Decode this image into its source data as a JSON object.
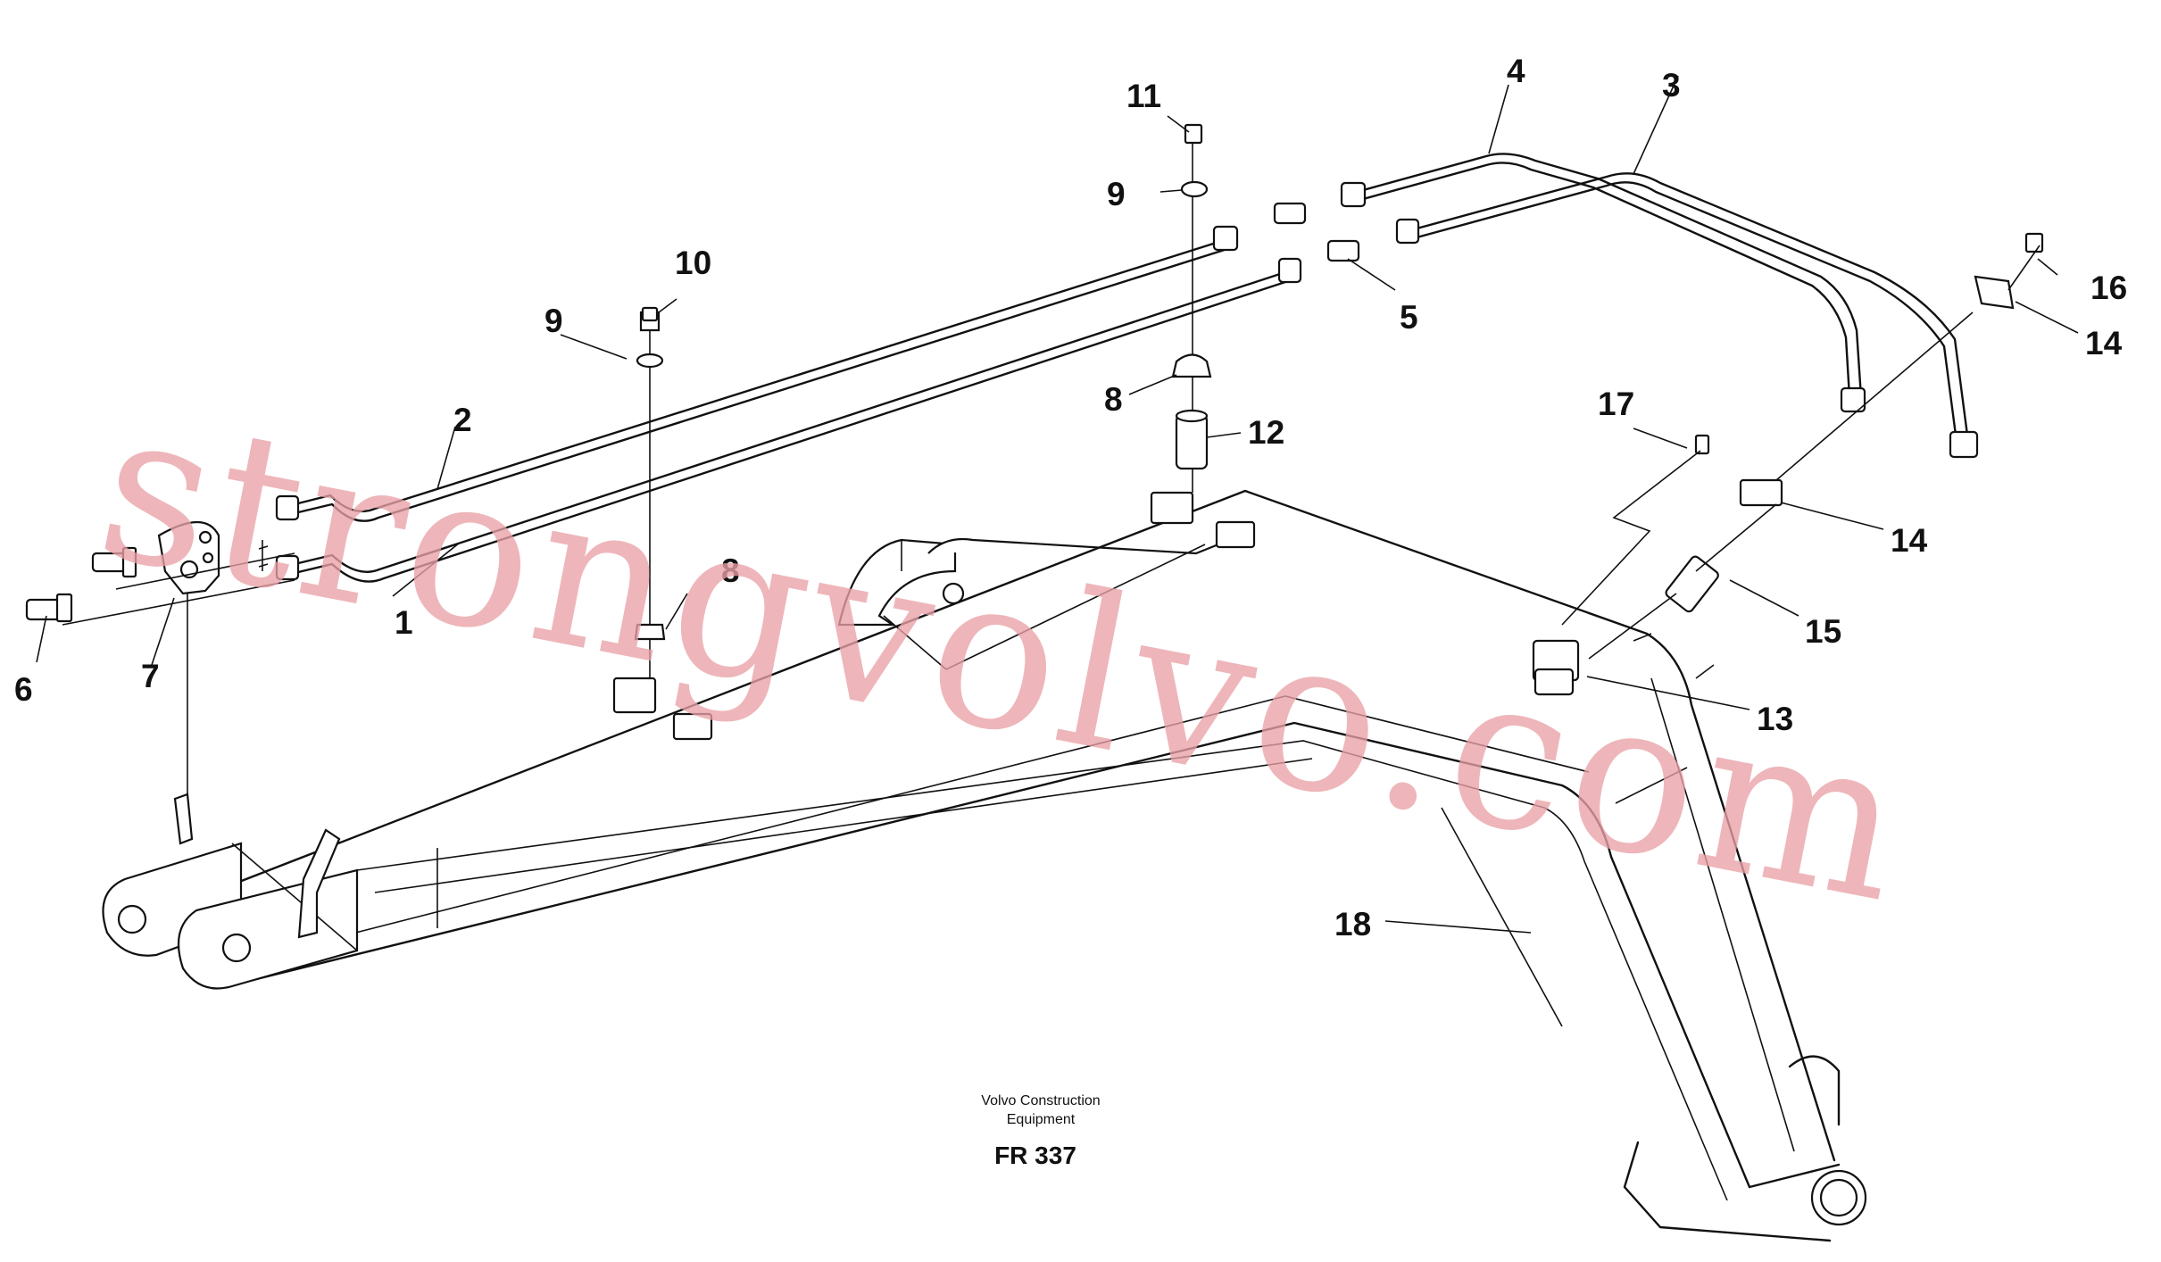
{
  "labels": {
    "l1": "1",
    "l2": "2",
    "l3": "3",
    "l4": "4",
    "l5": "5",
    "l6": "6",
    "l7": "7",
    "l8a": "8",
    "l8b": "8",
    "l9a": "9",
    "l9b": "9",
    "l10": "10",
    "l11": "11",
    "l12": "12",
    "l13": "13",
    "l14a": "14",
    "l14b": "14",
    "l15": "15",
    "l16": "16",
    "l17": "17",
    "l18": "18"
  },
  "caption": {
    "line1": "Volvo Construction",
    "line2": "Equipment"
  },
  "figure_code": "FR 337",
  "watermark": "strongvolvo.com"
}
